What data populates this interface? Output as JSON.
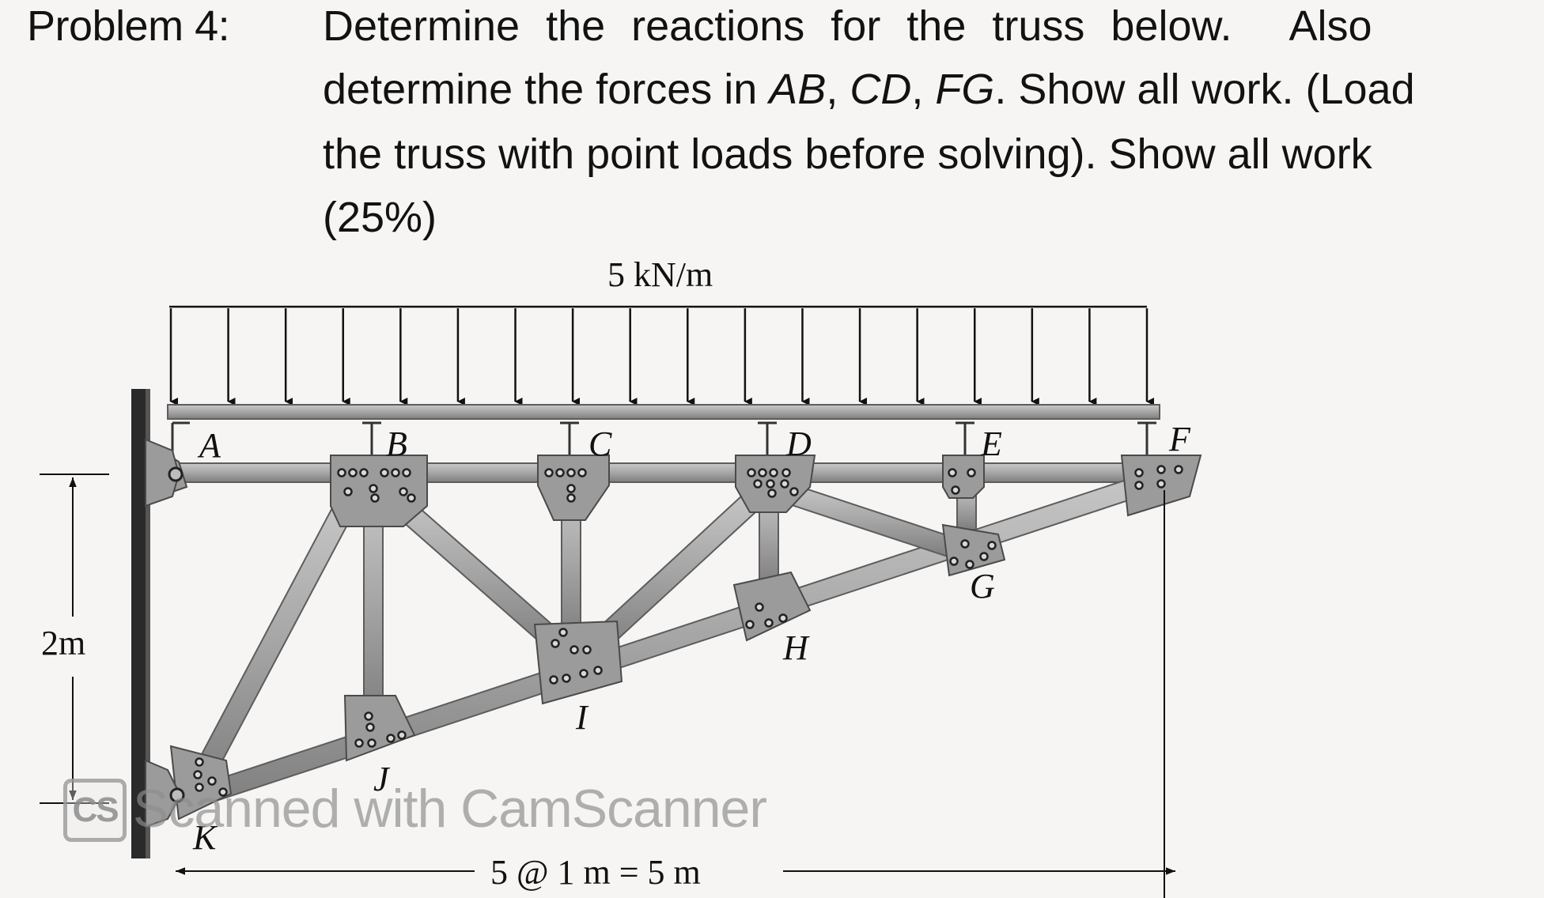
{
  "problem": {
    "label": "Problem 4:",
    "line1": "Determine the reactions for the truss below.",
    "line1_tail": "Also",
    "line2_pre": "determine the forces in ",
    "member1": "AB",
    "sep1": ", ",
    "member2": "CD",
    "sep2": ", ",
    "member3": "FG",
    "line2_post": ". Show all work. (Load",
    "line3": "the truss with point loads before solving). Show all work",
    "line4": "(25%)"
  },
  "figure": {
    "load_label": "5 kN/m",
    "height_dim": "2m",
    "span_dim": "5 @ 1 m = 5 m",
    "nodes": {
      "A": "A",
      "B": "B",
      "C": "C",
      "D": "D",
      "E": "E",
      "F": "F",
      "G": "G",
      "H": "H",
      "I": "I",
      "J": "J",
      "K": "K"
    },
    "colors": {
      "steel": "#a3a3a3",
      "steel_edge": "#5d5d5d",
      "plate": "#9b9b9b",
      "wall": "#2a2a2a",
      "ink": "#111111"
    }
  },
  "watermark": {
    "badge": "CS",
    "text": "Scanned with CamScanner"
  }
}
